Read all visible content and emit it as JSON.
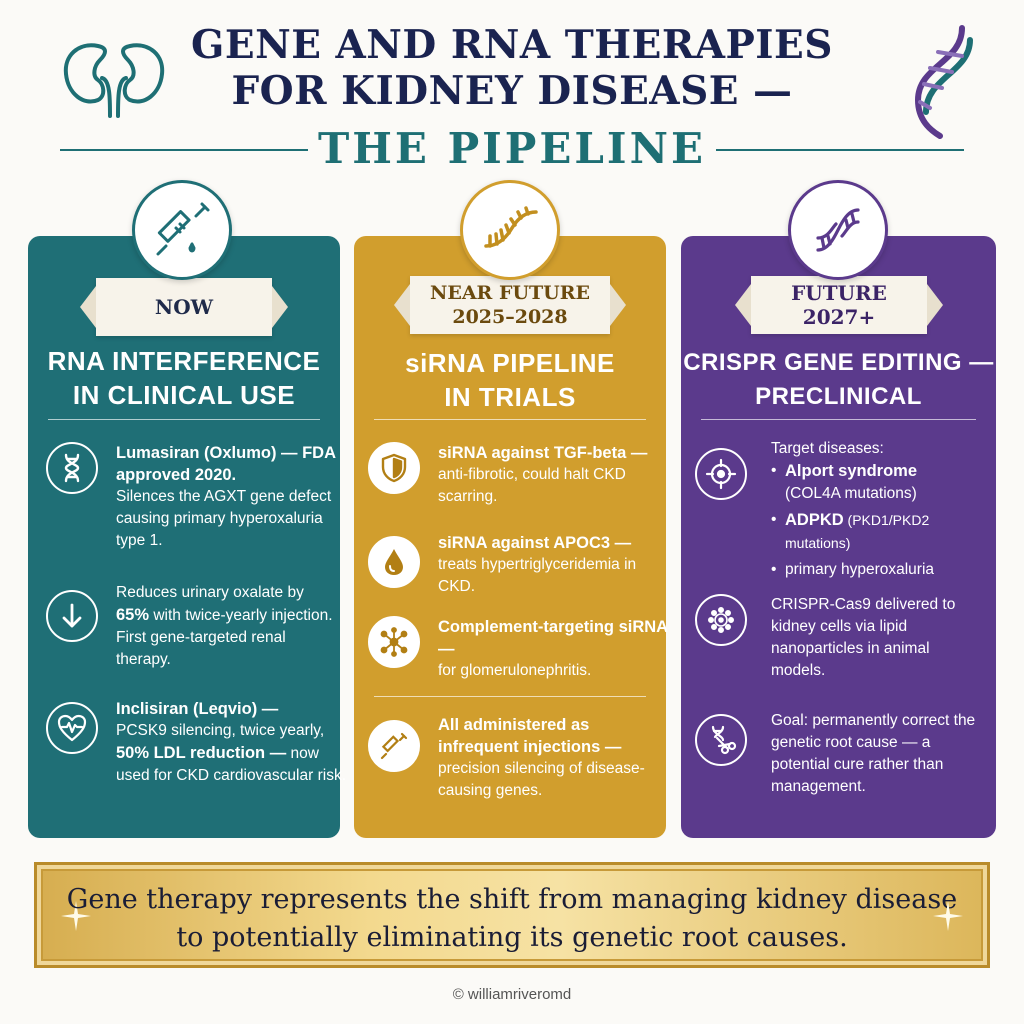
{
  "header": {
    "title_line1": "GENE AND RNA THERAPIES",
    "title_line2": "FOR KIDNEY DISEASE —",
    "subtitle": "THE PIPELINE",
    "kidney_icon": "kidneys-icon",
    "dna_icon": "dna-helix-icon"
  },
  "colors": {
    "navy": "#1a2350",
    "teal": "#1f6f76",
    "gold": "#d19e2d",
    "purple": "#5b3a8c"
  },
  "columns": [
    {
      "top_icon": "syringe-icon",
      "ribbon_line1": "NOW",
      "ribbon_line2": "",
      "heading_line1": "RNA INTERFERENCE",
      "heading_line2": "IN CLINICAL USE",
      "items": [
        {
          "icon": "dna-icon",
          "bold": "Lumasiran (Oxlumo) — FDA approved 2020.",
          "text": "Silences the AGXT gene defect causing primary hyperoxaluria type 1."
        },
        {
          "icon": "arrow-down-icon",
          "pre": "Reduces urinary oxalate by ",
          "bold": "65%",
          "text": " with twice-yearly injection. First gene-targeted renal therapy."
        },
        {
          "icon": "heart-pulse-icon",
          "bold": "Inclisiran (Leqvio) —",
          "text": "PCSK9 silencing, twice yearly,",
          "bold2": "50% LDL reduction —",
          "text2": " now used for CKD cardiovascular risk."
        }
      ]
    },
    {
      "top_icon": "rna-strand-icon",
      "ribbon_line1": "NEAR FUTURE",
      "ribbon_line2": "2025–2028",
      "heading_line1": "siRNA PIPELINE",
      "heading_line2": "IN TRIALS",
      "items": [
        {
          "icon": "shield-icon",
          "bold": "siRNA against TGF-beta —",
          "text": "anti-fibrotic, could halt CKD scarring."
        },
        {
          "icon": "droplet-icon",
          "bold": "siRNA against APOC3 —",
          "text": "treats hypertriglyceridemia in CKD."
        },
        {
          "icon": "molecule-icon",
          "bold": "Complement-targeting siRNA —",
          "text": "for glomerulonephritis."
        },
        {
          "icon": "syringe-icon",
          "bold": "All administered as infrequent injections —",
          "text": "precision silencing of disease-causing genes."
        }
      ]
    },
    {
      "top_icon": "dna-helix-icon",
      "ribbon_line1": "FUTURE",
      "ribbon_line2": "2027+",
      "heading_line1": "CRISPR GENE EDITING —",
      "heading_line2": "PRECLINICAL",
      "items": [
        {
          "icon": "target-icon",
          "intro": "Target diseases:",
          "bullets": [
            {
              "bold": "Alport syndrome",
              "text": "(COL4A mutations)"
            },
            {
              "bold": "ADPKD",
              "text": " (PKD1/PKD2 mutations)"
            },
            {
              "bold": "",
              "text": "primary hyperoxaluria"
            }
          ]
        },
        {
          "icon": "nanoparticle-icon",
          "text": "CRISPR-Cas9 delivered to kidney cells via lipid nanoparticles in animal models."
        },
        {
          "icon": "dna-scissors-icon",
          "text": "Goal: permanently correct the genetic root cause — a potential cure rather than management."
        }
      ]
    }
  ],
  "banner": {
    "line1": "Gene therapy represents the shift from managing kidney disease",
    "line2": "to potentially eliminating its genetic root causes."
  },
  "copyright": "© williamriveromd"
}
